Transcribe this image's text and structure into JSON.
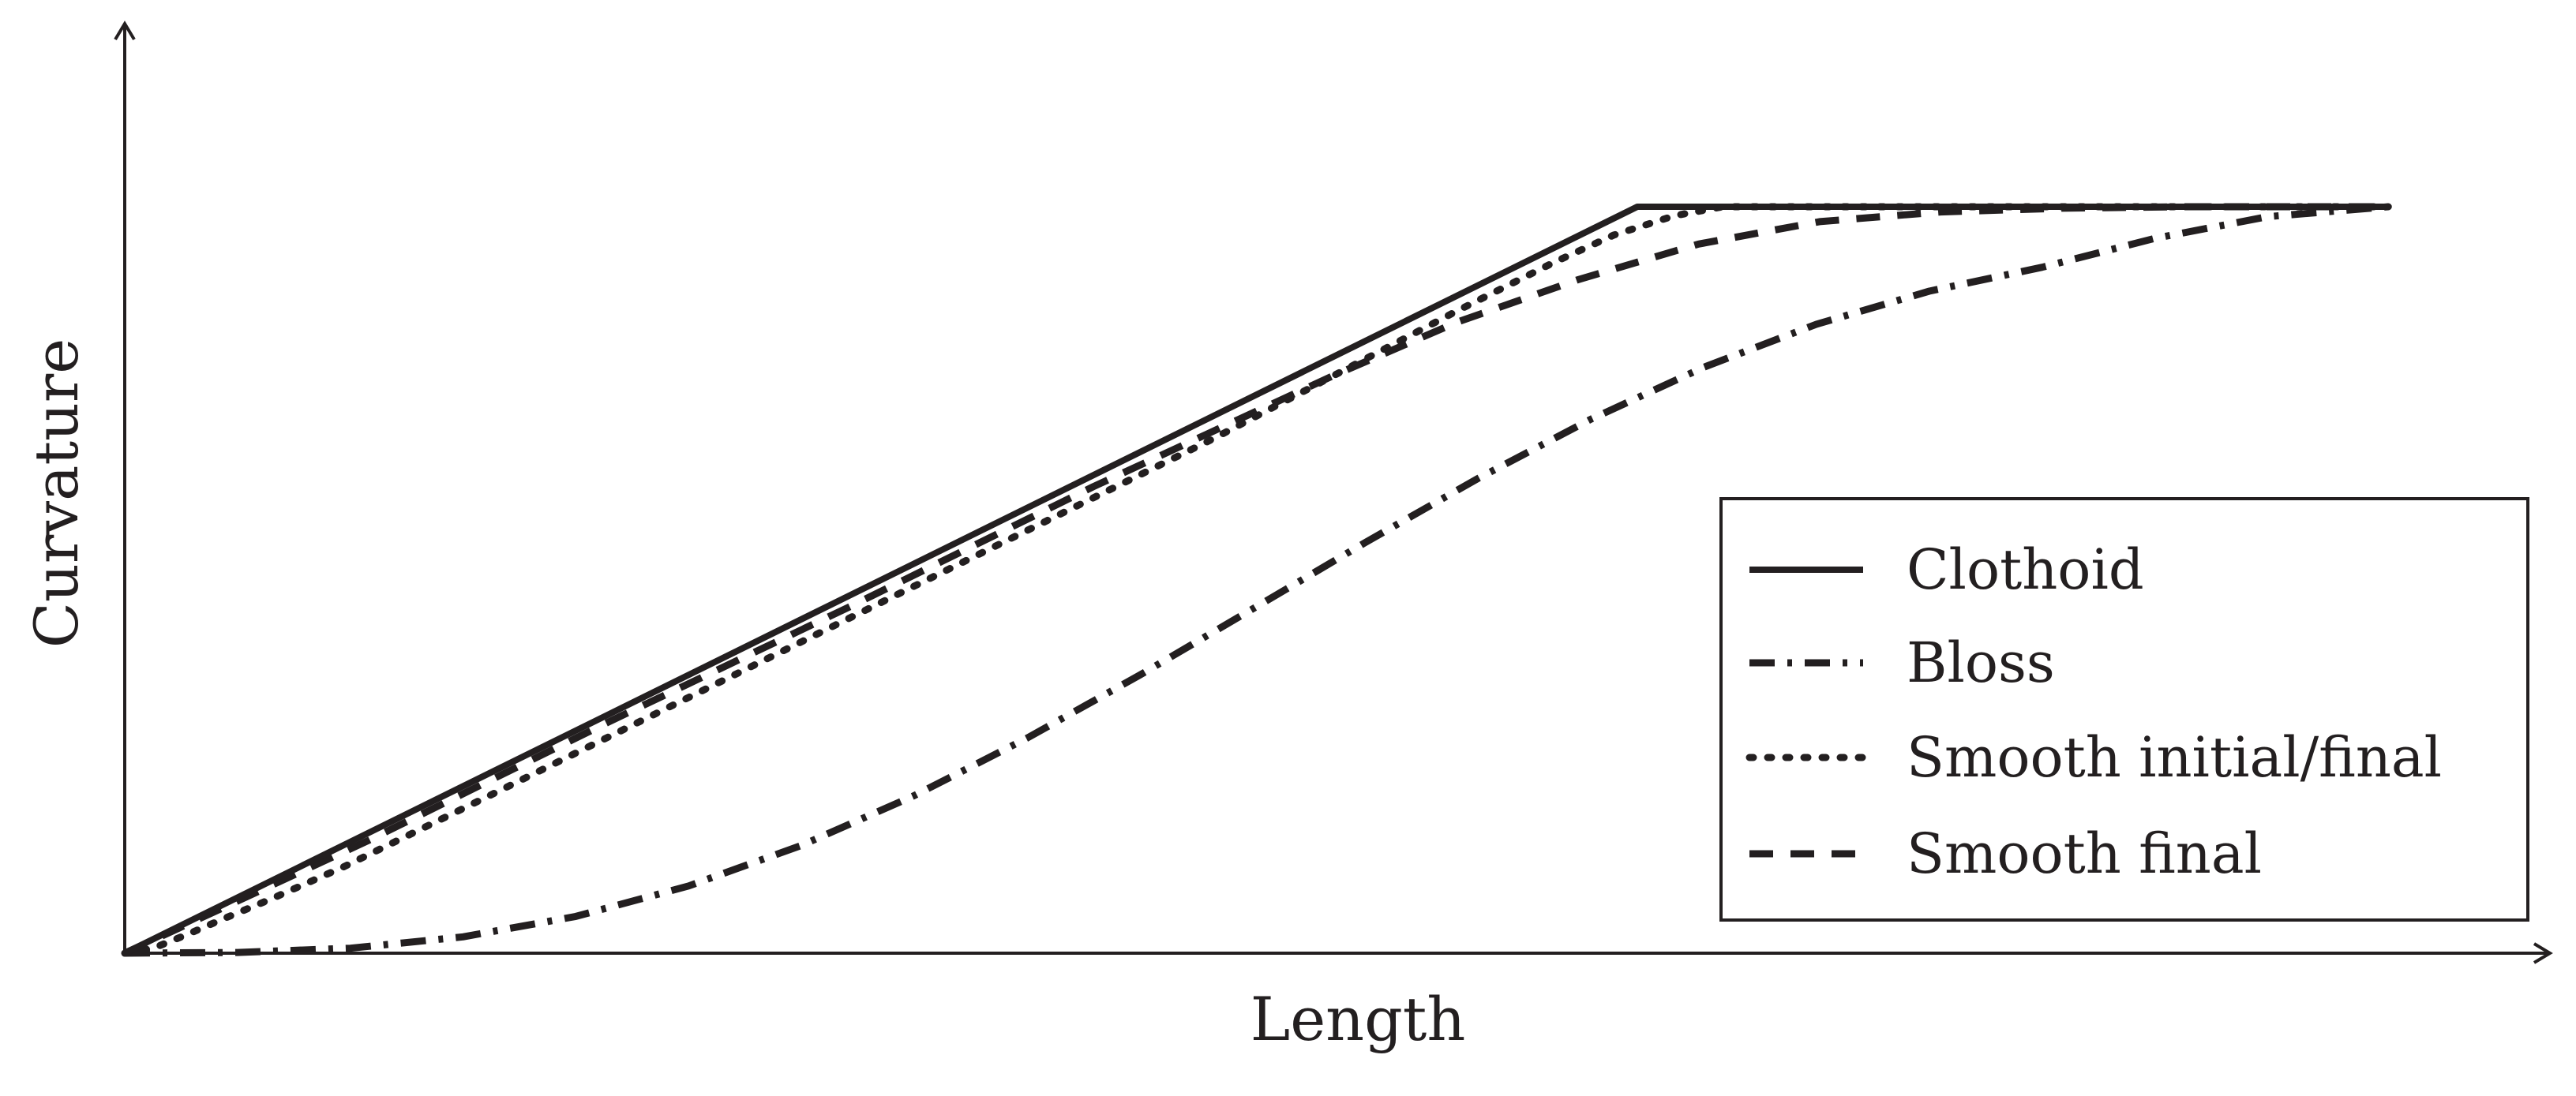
{
  "chart_data": {
    "type": "line",
    "title": "",
    "xlabel": "Length",
    "ylabel": "Curvature",
    "xlim": [
      0,
      1
    ],
    "ylim": [
      0,
      1
    ],
    "grid": false,
    "legend_position": "bottom-right",
    "series": [
      {
        "name": "Clothoid",
        "style": "solid",
        "color": "#231f20",
        "x": [
          0,
          0.6247,
          0.9349
        ],
        "y": [
          0,
          1,
          1
        ]
      },
      {
        "name": "Bloss",
        "style": "dashdot",
        "color": "#231f20",
        "x": [
          0,
          0.0466,
          0.0932,
          0.1397,
          0.1863,
          0.2329,
          0.2795,
          0.3261,
          0.3726,
          0.4192,
          0.4658,
          0.5124,
          0.559,
          0.6055,
          0.6521,
          0.6987,
          0.7453,
          0.7919,
          0.8384,
          0.885,
          0.9349
        ],
        "y": [
          0,
          0.0009,
          0.0067,
          0.0219,
          0.0493,
          0.0901,
          0.1444,
          0.2111,
          0.2881,
          0.3725,
          0.4611,
          0.5502,
          0.6361,
          0.7153,
          0.7849,
          0.8426,
          0.8869,
          0.9189,
          0.9576,
          0.9867,
          1
        ]
      },
      {
        "name": "Smooth initial/final",
        "style": "dotted",
        "color": "#231f20",
        "x": [
          0,
          0.012,
          0.025,
          0.04,
          0.06,
          0.09,
          0.15,
          0.25,
          0.35,
          0.45,
          0.55,
          0.59,
          0.615,
          0.64,
          0.66,
          0.7,
          0.9349
        ],
        "y": [
          0,
          0.007,
          0.024,
          0.045,
          0.072,
          0.115,
          0.21,
          0.37,
          0.53,
          0.69,
          0.86,
          0.925,
          0.962,
          0.988,
          1,
          1,
          1
        ]
      },
      {
        "name": "Smooth final",
        "style": "dashed",
        "color": "#231f20",
        "x": [
          0,
          0.1,
          0.2,
          0.3,
          0.4,
          0.5,
          0.55,
          0.6,
          0.65,
          0.7,
          0.75,
          0.8,
          0.85,
          0.9349
        ],
        "y": [
          0,
          0.15,
          0.31,
          0.465,
          0.625,
          0.775,
          0.845,
          0.902,
          0.95,
          0.98,
          0.993,
          0.998,
          1,
          1
        ]
      }
    ]
  }
}
